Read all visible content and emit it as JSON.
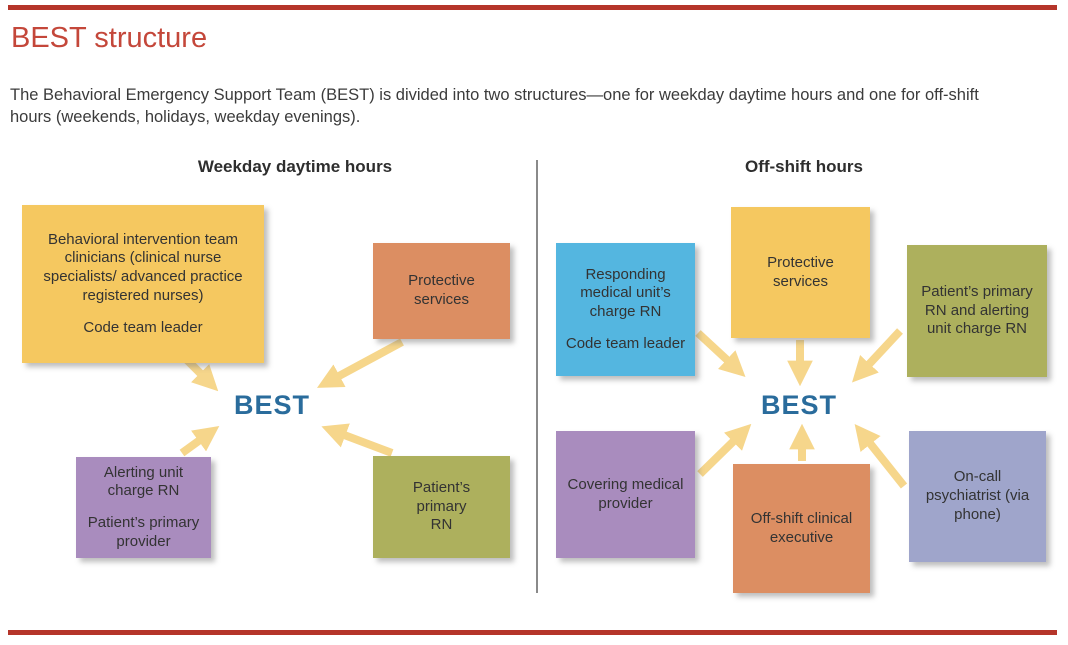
{
  "page": {
    "title": "BEST structure",
    "intro": "The Behavioral Emergency Support Team (BEST) is divided into two structures—one for weekday daytime hours and one for off-shift hours (weekends, holidays, weekday evenings)."
  },
  "palette": {
    "rule_red": "#B5352A",
    "title_red": "#C4473A",
    "best_blue": "#2A6C9C",
    "arrow_gold": "#F6D68B",
    "divider_gray": "#8A8A8A",
    "box_yellow": "#F5C860",
    "box_orange": "#DC8E62",
    "box_purple": "#A98CBE",
    "box_olive": "#ADB05D",
    "box_blue": "#54B6E0",
    "box_lavender": "#9FA5CB"
  },
  "sections": [
    {
      "header": "Weekday daytime hours",
      "center_label": "BEST",
      "boxes": [
        {
          "name": "behavioral-intervention-team",
          "color": "#F5C860",
          "lines": [
            "Behavioral intervention team clinicians (clinical nurse specialists/ advanced practice registered nurses)",
            "Code team leader"
          ]
        },
        {
          "name": "protective-services",
          "color": "#DC8E62",
          "lines": [
            "Protective services"
          ]
        },
        {
          "name": "alerting-unit-charge-rn",
          "color": "#A98CBE",
          "lines": [
            "Alerting unit charge RN",
            "Patient’s primary provider"
          ]
        },
        {
          "name": "patients-primary-rn",
          "color": "#ADB05D",
          "lines": [
            "Patient’s primary RN"
          ]
        }
      ]
    },
    {
      "header": "Off-shift hours",
      "center_label": "BEST",
      "boxes": [
        {
          "name": "responding-medical-units-charge-rn",
          "color": "#54B6E0",
          "lines": [
            "Responding medical unit’s charge RN",
            "Code team leader"
          ]
        },
        {
          "name": "protective-services",
          "color": "#F5C860",
          "lines": [
            "Protective services"
          ]
        },
        {
          "name": "patients-primary-rn-and-alerting-unit-charge-rn",
          "color": "#ADB05D",
          "lines": [
            "Patient’s primary RN and alerting unit charge RN"
          ]
        },
        {
          "name": "covering-medical-provider",
          "color": "#A98CBE",
          "lines": [
            "Covering medical provider"
          ]
        },
        {
          "name": "off-shift-clinical-executive",
          "color": "#DC8E62",
          "lines": [
            "Off-shift clinical executive"
          ]
        },
        {
          "name": "on-call-psychiatrist",
          "color": "#9FA5CB",
          "lines": [
            "On-call psychiatrist (via phone)"
          ]
        }
      ]
    }
  ]
}
